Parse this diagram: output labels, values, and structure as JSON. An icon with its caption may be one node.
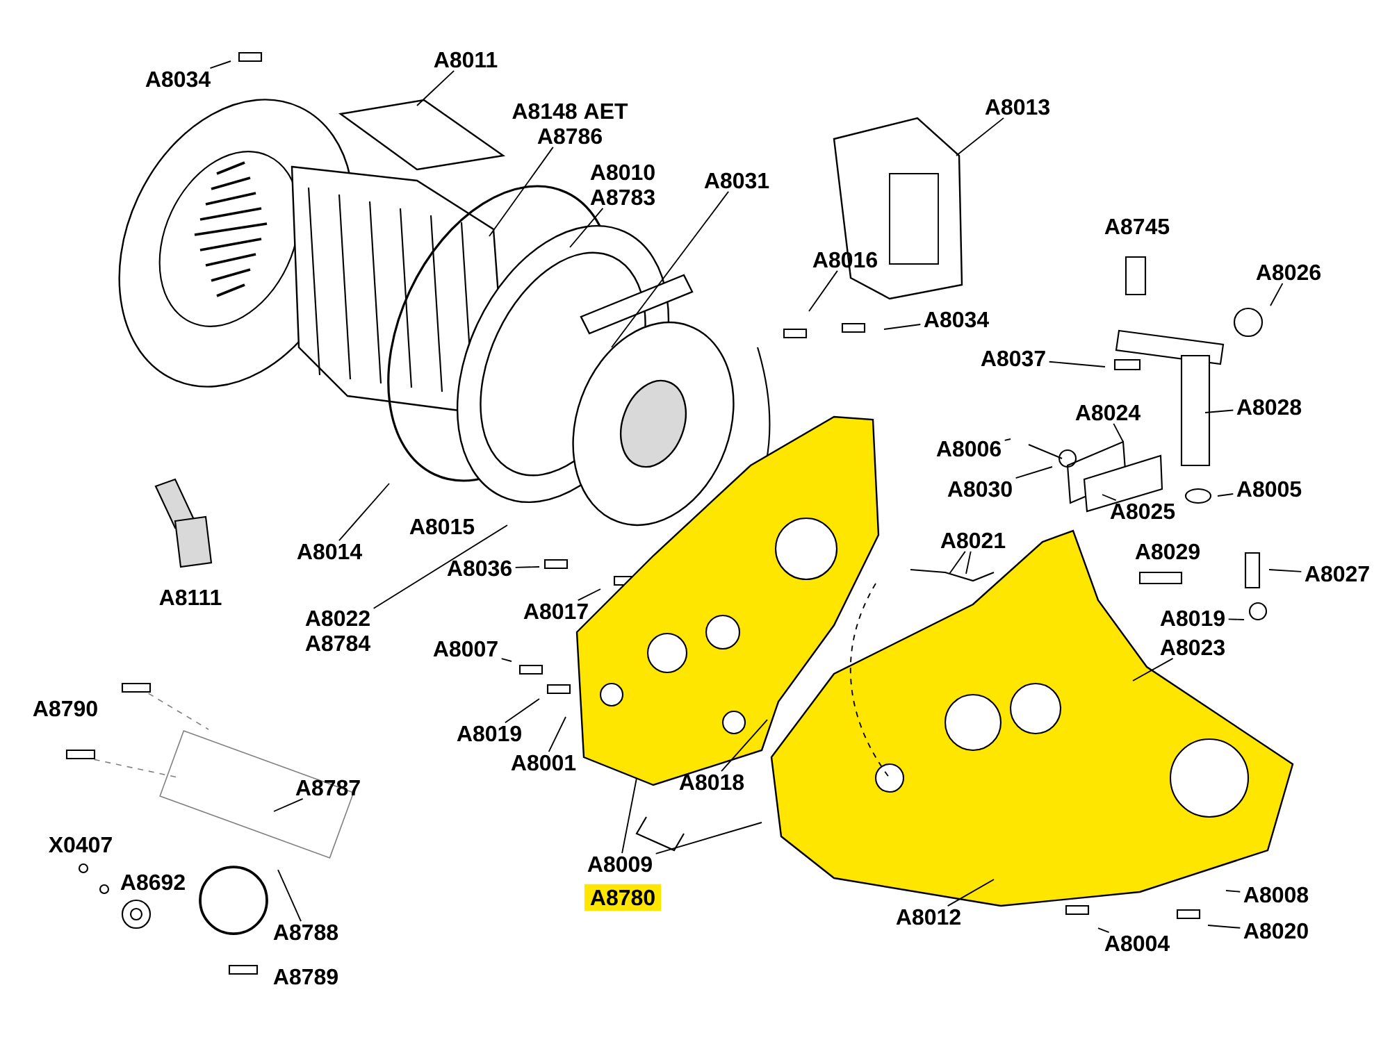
{
  "diagram": {
    "nodes": [
      {
        "text": [
          "A8034"
        ]
      },
      {
        "text": [
          "A8011"
        ]
      },
      {
        "text": [
          "A8148 AET",
          "A8786"
        ]
      },
      {
        "text": [
          "A8010",
          "A8783"
        ]
      },
      {
        "text": [
          "A8031"
        ]
      },
      {
        "text": [
          "A8013"
        ]
      },
      {
        "text": [
          "A8016"
        ]
      },
      {
        "text": [
          "A8034"
        ]
      },
      {
        "text": [
          "A8745"
        ]
      },
      {
        "text": [
          "A8026"
        ]
      },
      {
        "text": [
          "A8037"
        ]
      },
      {
        "text": [
          "A8028"
        ]
      },
      {
        "text": [
          "A8024"
        ]
      },
      {
        "text": [
          "A8006"
        ]
      },
      {
        "text": [
          "A8030"
        ]
      },
      {
        "text": [
          "A8025"
        ]
      },
      {
        "text": [
          "A8005"
        ]
      },
      {
        "text": [
          "A8029"
        ]
      },
      {
        "text": [
          "A8027"
        ]
      },
      {
        "text": [
          "A8021"
        ]
      },
      {
        "text": [
          "A8019"
        ]
      },
      {
        "text": [
          "A8023"
        ]
      },
      {
        "text": [
          "A8014"
        ]
      },
      {
        "text": [
          "A8015"
        ]
      },
      {
        "text": [
          "A8111"
        ]
      },
      {
        "text": [
          "A8022",
          "A8784"
        ]
      },
      {
        "text": [
          "A8036"
        ]
      },
      {
        "text": [
          "A8017"
        ]
      },
      {
        "text": [
          "A8007"
        ]
      },
      {
        "text": [
          "A8019"
        ]
      },
      {
        "text": [
          "A8001"
        ]
      },
      {
        "text": [
          "A8018"
        ]
      },
      {
        "text": [
          "A8009"
        ]
      },
      {
        "text": [
          "A8780"
        ]
      },
      {
        "text": [
          "A8790"
        ]
      },
      {
        "text": [
          "A8787"
        ]
      },
      {
        "text": [
          "X0407"
        ]
      },
      {
        "text": [
          "A8692"
        ]
      },
      {
        "text": [
          "A8788"
        ]
      },
      {
        "text": [
          "A8789"
        ]
      },
      {
        "text": [
          "A8012"
        ]
      },
      {
        "text": [
          "A8004"
        ]
      },
      {
        "text": [
          "A8008"
        ]
      },
      {
        "text": [
          "A8020"
        ]
      }
    ],
    "edges": [
      {
        "from": 0,
        "to": null,
        "arrow": "none"
      },
      {
        "from": 1,
        "to": null,
        "arrow": "none"
      },
      {
        "from": 2,
        "to": null,
        "arrow": "none"
      },
      {
        "from": 3,
        "to": null,
        "arrow": "none"
      },
      {
        "from": 4,
        "to": null,
        "arrow": "none"
      },
      {
        "from": 5,
        "to": null,
        "arrow": "none"
      },
      {
        "from": 6,
        "to": null,
        "arrow": "none"
      },
      {
        "from": 7,
        "to": null,
        "arrow": "none"
      },
      {
        "from": 9,
        "to": null,
        "arrow": "none"
      },
      {
        "from": 10,
        "to": null,
        "arrow": "none"
      },
      {
        "from": 11,
        "to": null,
        "arrow": "none"
      },
      {
        "from": 12,
        "to": null,
        "arrow": "none"
      },
      {
        "from": 13,
        "to": null,
        "arrow": "none"
      },
      {
        "from": 14,
        "to": null,
        "arrow": "none"
      },
      {
        "from": 15,
        "to": null,
        "arrow": "none"
      },
      {
        "from": 16,
        "to": null,
        "arrow": "none"
      },
      {
        "from": 18,
        "to": null,
        "arrow": "none"
      },
      {
        "from": 19,
        "to": null,
        "arrow": "none"
      },
      {
        "from": 19,
        "to": null,
        "arrow": "none"
      },
      {
        "from": 20,
        "to": null,
        "arrow": "none"
      },
      {
        "from": 21,
        "to": null,
        "arrow": "none"
      },
      {
        "from": 22,
        "to": null,
        "arrow": "none"
      },
      {
        "from": 25,
        "to": null,
        "arrow": "none"
      },
      {
        "from": 26,
        "to": null,
        "arrow": "none"
      },
      {
        "from": 27,
        "to": null,
        "arrow": "none"
      },
      {
        "from": 28,
        "to": null,
        "arrow": "none"
      },
      {
        "from": 29,
        "to": null,
        "arrow": "none"
      },
      {
        "from": 30,
        "to": null,
        "arrow": "none"
      },
      {
        "from": 31,
        "to": null,
        "arrow": "none"
      },
      {
        "from": 32,
        "to": null,
        "arrow": "none"
      },
      {
        "from": 32,
        "to": null,
        "arrow": "none"
      },
      {
        "from": 35,
        "to": null,
        "arrow": "none"
      },
      {
        "from": 38,
        "to": null,
        "arrow": "none"
      },
      {
        "from": 40,
        "to": null,
        "arrow": "none"
      },
      {
        "from": 41,
        "to": null,
        "arrow": "none"
      },
      {
        "from": 42,
        "to": null,
        "arrow": "none"
      },
      {
        "from": 43,
        "to": null,
        "arrow": "none"
      }
    ]
  }
}
